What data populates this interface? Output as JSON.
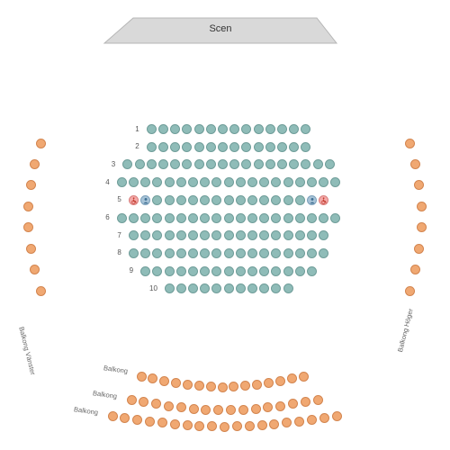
{
  "stage": {
    "label": "Scen",
    "color": "#d9d9d9"
  },
  "colors": {
    "main_seat": "#8fbcb8",
    "balcony_seat": "#f0a872",
    "wheelchair_seat": "#f4a9a8",
    "companion_seat": "#a7c3d7"
  },
  "rows": [
    {
      "label": "1",
      "seats": 14
    },
    {
      "label": "2",
      "seats": 14
    },
    {
      "label": "3",
      "seats": 18
    },
    {
      "label": "4",
      "seats": 19
    },
    {
      "label": "5",
      "seats": 17,
      "wheelchair_seats": [
        1,
        17
      ],
      "companion_seats": [
        2,
        16
      ]
    },
    {
      "label": "6",
      "seats": 19
    },
    {
      "label": "7",
      "seats": 17
    },
    {
      "label": "8",
      "seats": 17
    },
    {
      "label": "9",
      "seats": 15
    },
    {
      "label": "10",
      "seats": 11
    }
  ],
  "sections": {
    "left": {
      "label": "Balkong Vänster",
      "seats": 8
    },
    "right": {
      "label": "Balkong Höger",
      "seats": 8
    },
    "balcony_rows": [
      {
        "label": "Balkong",
        "seats": 15
      },
      {
        "label": "Balkong",
        "seats": 16
      },
      {
        "label": "Balkong",
        "seats": 19
      }
    ]
  },
  "icons": {
    "wheelchair": "wheelchair-icon",
    "companion": "companion-icon"
  }
}
